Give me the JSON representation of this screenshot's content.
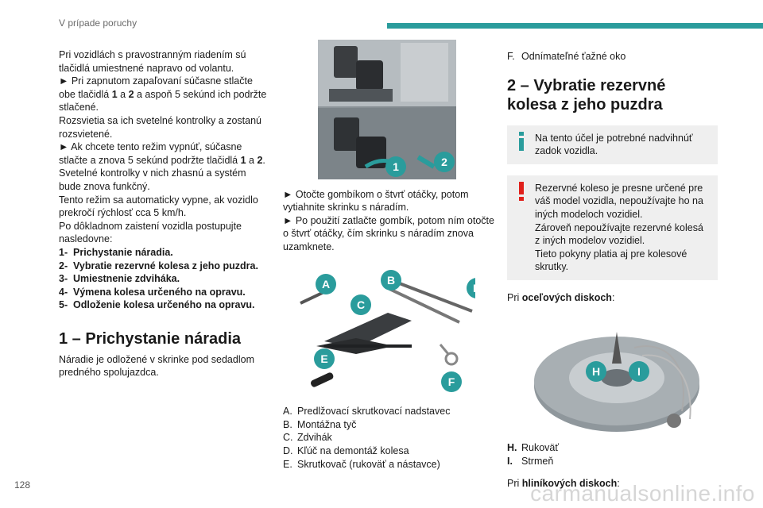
{
  "header": {
    "section": "V prípade poruchy"
  },
  "page_number": "128",
  "watermark": "carmanualsonline.info",
  "col1": {
    "p1": "Pri vozidlách s pravostranným riadením sú tlačidlá umiestnené napravo od volantu.",
    "p2a": "► Pri zapnutom zapaľovaní súčasne stlačte obe tlačidlá ",
    "p2b1": "1",
    "p2c": " a ",
    "p2b2": "2",
    "p2d": " a aspoň 5 sekúnd ich podržte stlačené.",
    "p3": "Rozsvietia sa ich svetelné kontrolky a zostanú rozsvietené.",
    "p4a": "► Ak chcete tento režim vypnúť, súčasne stlačte a znova 5 sekúnd podržte tlačidlá ",
    "p4b1": "1",
    "p4c": " a ",
    "p4b2": "2",
    "p4d": ".",
    "p5": "Svetelné kontrolky v nich zhasnú a systém bude znova funkčný.",
    "p6": "Tento režim sa automaticky vypne, ak vozidlo prekročí rýchlosť cca 5 km/h.",
    "p7": "Po dôkladnom zaistení vozidla postupujte nasledovne:",
    "steps": [
      {
        "n": "1-",
        "t": "Prichystanie náradia."
      },
      {
        "n": "2-",
        "t": "Vybratie rezervné kolesa z jeho puzdra."
      },
      {
        "n": "3-",
        "t": "Umiestnenie zdviháka."
      },
      {
        "n": "4-",
        "t": "Výmena kolesa určeného na opravu."
      },
      {
        "n": "5-",
        "t": "Odloženie kolesa určeného na opravu."
      }
    ],
    "h2": "1 – Prichystanie náradia",
    "p8": "Náradie je odložené v skrinke pod sedadlom predného spolujazdca."
  },
  "col2": {
    "photo_badges": [
      "1",
      "2"
    ],
    "p1": "► Otočte gombíkom o štvrť otáčky, potom vytiahnite skrinku s náradím.",
    "p2": "► Po použití zatlačte gombík, potom ním otočte o štvrť otáčky, čím skrinku s náradím znova uzamknete.",
    "tool_badges": [
      "A",
      "B",
      "C",
      "D",
      "E",
      "F"
    ],
    "parts": [
      {
        "k": "A.",
        "v": "Predlžovací skrutkovací nadstavec"
      },
      {
        "k": "B.",
        "v": "Montážna tyč"
      },
      {
        "k": "C.",
        "v": "Zdvihák"
      },
      {
        "k": "D.",
        "v": "Kľúč na demontáž kolesa"
      },
      {
        "k": "E.",
        "v": "Skrutkovač (rukoväť a nástavce)"
      }
    ]
  },
  "col3": {
    "partF_k": "F.",
    "partF_v": "Odnímateľné ťažné oko",
    "h2": "2 – Vybratie rezervné kolesa z jeho puzdra",
    "info": "Na tento účel je potrebné nadvihnúť zadok vozidla.",
    "warn1": "Rezervné koleso je presne určené pre váš model vozidla, nepoužívajte ho na iných modeloch vozidiel.",
    "warn2": "Zároveň nepoužívajte rezervné kolesá z iných modelov vozidiel.",
    "warn3": "Tieto pokyny platia aj pre kolesové skrutky.",
    "p_steel_a": "Pri ",
    "p_steel_b": "oceľových diskoch",
    "p_steel_c": ":",
    "wheel_badges": [
      "H",
      "I"
    ],
    "parts": [
      {
        "k": "H.",
        "v": "Rukoväť"
      },
      {
        "k": "I.",
        "v": "Strmeň"
      }
    ],
    "p_alu_a": "Pri ",
    "p_alu_b": "hliníkových diskoch",
    "p_alu_c": ":"
  },
  "colors": {
    "accent": "#2a9c9c",
    "warning": "#e0201b",
    "note_bg": "#efefef"
  }
}
